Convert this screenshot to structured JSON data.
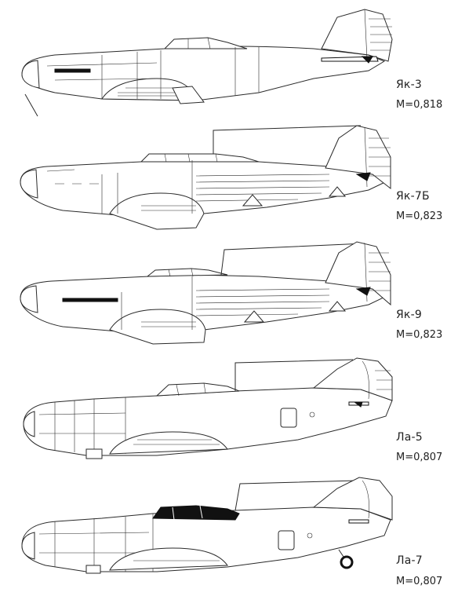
{
  "aircraft": [
    {
      "name": "Як-3",
      "mach": "М=0,818"
    },
    {
      "name": "Як-7Б",
      "mach": "М=0,823"
    },
    {
      "name": "Як-9",
      "mach": "М=0,823"
    },
    {
      "name": "Ла-5",
      "mach": "М=0,807"
    },
    {
      "name": "Ла-7",
      "mach": "М=0,807"
    }
  ]
}
